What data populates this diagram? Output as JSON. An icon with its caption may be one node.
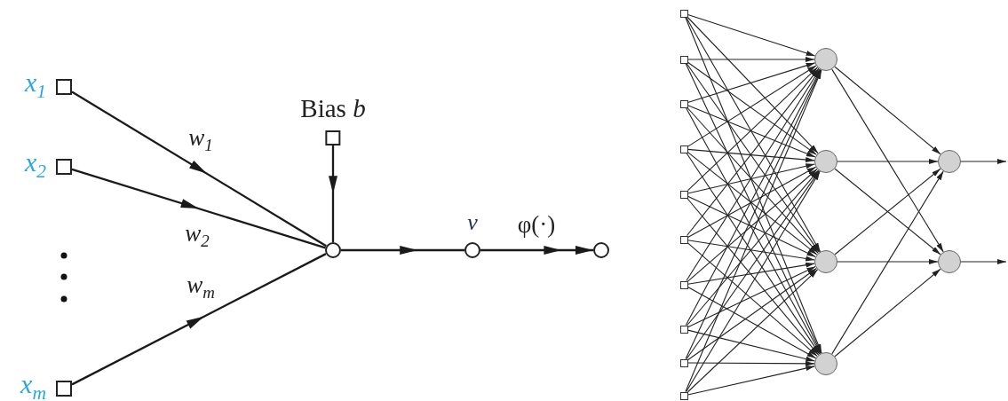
{
  "diagram": {
    "nodes": [
      {
        "text": [],
        "shape": "box",
        "beside": [
          "x$_{1}$"
        ]
      },
      {
        "text": [],
        "shape": "box",
        "beside": [
          "x$_{2}$"
        ]
      },
      {
        "text": [],
        "shape": "box",
        "beside": [
          "x$_{m}$"
        ]
      },
      {
        "text": [
          "Bias *b*"
        ]
      },
      {
        "text": [],
        "shape": "circle"
      },
      {
        "text": [],
        "shape": "circle",
        "beside": [
          "v"
        ]
      },
      {
        "text": [],
        "shape": "circle"
      },
      {
        "text": [],
        "shape": "box"
      },
      {
        "text": [],
        "shape": "box"
      },
      {
        "text": [],
        "shape": "box"
      },
      {
        "text": [],
        "shape": "box"
      },
      {
        "text": [],
        "shape": "box"
      },
      {
        "text": [],
        "shape": "box"
      },
      {
        "text": [],
        "shape": "box"
      },
      {
        "text": [],
        "shape": "box"
      },
      {
        "text": [],
        "shape": "box"
      },
      {
        "text": [],
        "shape": "box"
      },
      {
        "text": [],
        "shape": "circle"
      },
      {
        "text": [],
        "shape": "circle"
      },
      {
        "text": [],
        "shape": "circle"
      },
      {
        "text": [],
        "shape": "circle"
      },
      {
        "text": [],
        "shape": "circle"
      },
      {
        "text": [],
        "shape": "circle"
      }
    ],
    "edges": [
      {
        "from": 0,
        "to": 4,
        "arrow": "to",
        "label": "w$_{1}$"
      },
      {
        "from": 1,
        "to": 4,
        "arrow": "to",
        "label": "w$_{2}$"
      },
      {
        "from": 2,
        "to": 4,
        "arrow": "to",
        "label": "w$_{m}$"
      },
      {
        "from": 3,
        "to": 4,
        "arrow": "to"
      },
      {
        "from": 4,
        "to": 5,
        "arrow": "to"
      },
      {
        "from": 5,
        "to": 6,
        "arrow": "to",
        "label": "φ(·)"
      },
      {
        "from": 7,
        "to": 17,
        "arrow": "to"
      },
      {
        "from": 7,
        "to": 18,
        "arrow": "to"
      },
      {
        "from": 7,
        "to": 19,
        "arrow": "to"
      },
      {
        "from": 7,
        "to": 20,
        "arrow": "to"
      },
      {
        "from": 8,
        "to": 17,
        "arrow": "to"
      },
      {
        "from": 8,
        "to": 18,
        "arrow": "to"
      },
      {
        "from": 8,
        "to": 19,
        "arrow": "to"
      },
      {
        "from": 8,
        "to": 20,
        "arrow": "to"
      },
      {
        "from": 9,
        "to": 17,
        "arrow": "to"
      },
      {
        "from": 9,
        "to": 18,
        "arrow": "to"
      },
      {
        "from": 9,
        "to": 19,
        "arrow": "to"
      },
      {
        "from": 9,
        "to": 20,
        "arrow": "to"
      },
      {
        "from": 10,
        "to": 17,
        "arrow": "to"
      },
      {
        "from": 10,
        "to": 18,
        "arrow": "to"
      },
      {
        "from": 10,
        "to": 19,
        "arrow": "to"
      },
      {
        "from": 10,
        "to": 20,
        "arrow": "to"
      },
      {
        "from": 11,
        "to": 17,
        "arrow": "to"
      },
      {
        "from": 11,
        "to": 18,
        "arrow": "to"
      },
      {
        "from": 11,
        "to": 19,
        "arrow": "to"
      },
      {
        "from": 11,
        "to": 20,
        "arrow": "to"
      },
      {
        "from": 12,
        "to": 17,
        "arrow": "to"
      },
      {
        "from": 12,
        "to": 18,
        "arrow": "to"
      },
      {
        "from": 12,
        "to": 19,
        "arrow": "to"
      },
      {
        "from": 12,
        "to": 20,
        "arrow": "to"
      },
      {
        "from": 13,
        "to": 17,
        "arrow": "to"
      },
      {
        "from": 13,
        "to": 18,
        "arrow": "to"
      },
      {
        "from": 13,
        "to": 19,
        "arrow": "to"
      },
      {
        "from": 13,
        "to": 20,
        "arrow": "to"
      },
      {
        "from": 14,
        "to": 17,
        "arrow": "to"
      },
      {
        "from": 14,
        "to": 18,
        "arrow": "to"
      },
      {
        "from": 14,
        "to": 19,
        "arrow": "to"
      },
      {
        "from": 14,
        "to": 20,
        "arrow": "to"
      },
      {
        "from": 15,
        "to": 17,
        "arrow": "to"
      },
      {
        "from": 15,
        "to": 18,
        "arrow": "to"
      },
      {
        "from": 15,
        "to": 19,
        "arrow": "to"
      },
      {
        "from": 15,
        "to": 20,
        "arrow": "to"
      },
      {
        "from": 16,
        "to": 17,
        "arrow": "to"
      },
      {
        "from": 16,
        "to": 18,
        "arrow": "to"
      },
      {
        "from": 16,
        "to": 19,
        "arrow": "to"
      },
      {
        "from": 16,
        "to": 20,
        "arrow": "to"
      },
      {
        "from": 17,
        "to": 21,
        "arrow": "to"
      },
      {
        "from": 17,
        "to": 22,
        "arrow": "to"
      },
      {
        "from": 18,
        "to": 21,
        "arrow": "to"
      },
      {
        "from": 18,
        "to": 22,
        "arrow": "to"
      },
      {
        "from": 19,
        "to": 21,
        "arrow": "to"
      },
      {
        "from": 19,
        "to": 22,
        "arrow": "to"
      },
      {
        "from": 20,
        "to": 21,
        "arrow": "to"
      },
      {
        "from": 20,
        "to": 22,
        "arrow": "to"
      },
      {
        "from": 21,
        "to": null,
        "arrow": "to"
      },
      {
        "from": 22,
        "to": null,
        "arrow": "to"
      }
    ]
  }
}
